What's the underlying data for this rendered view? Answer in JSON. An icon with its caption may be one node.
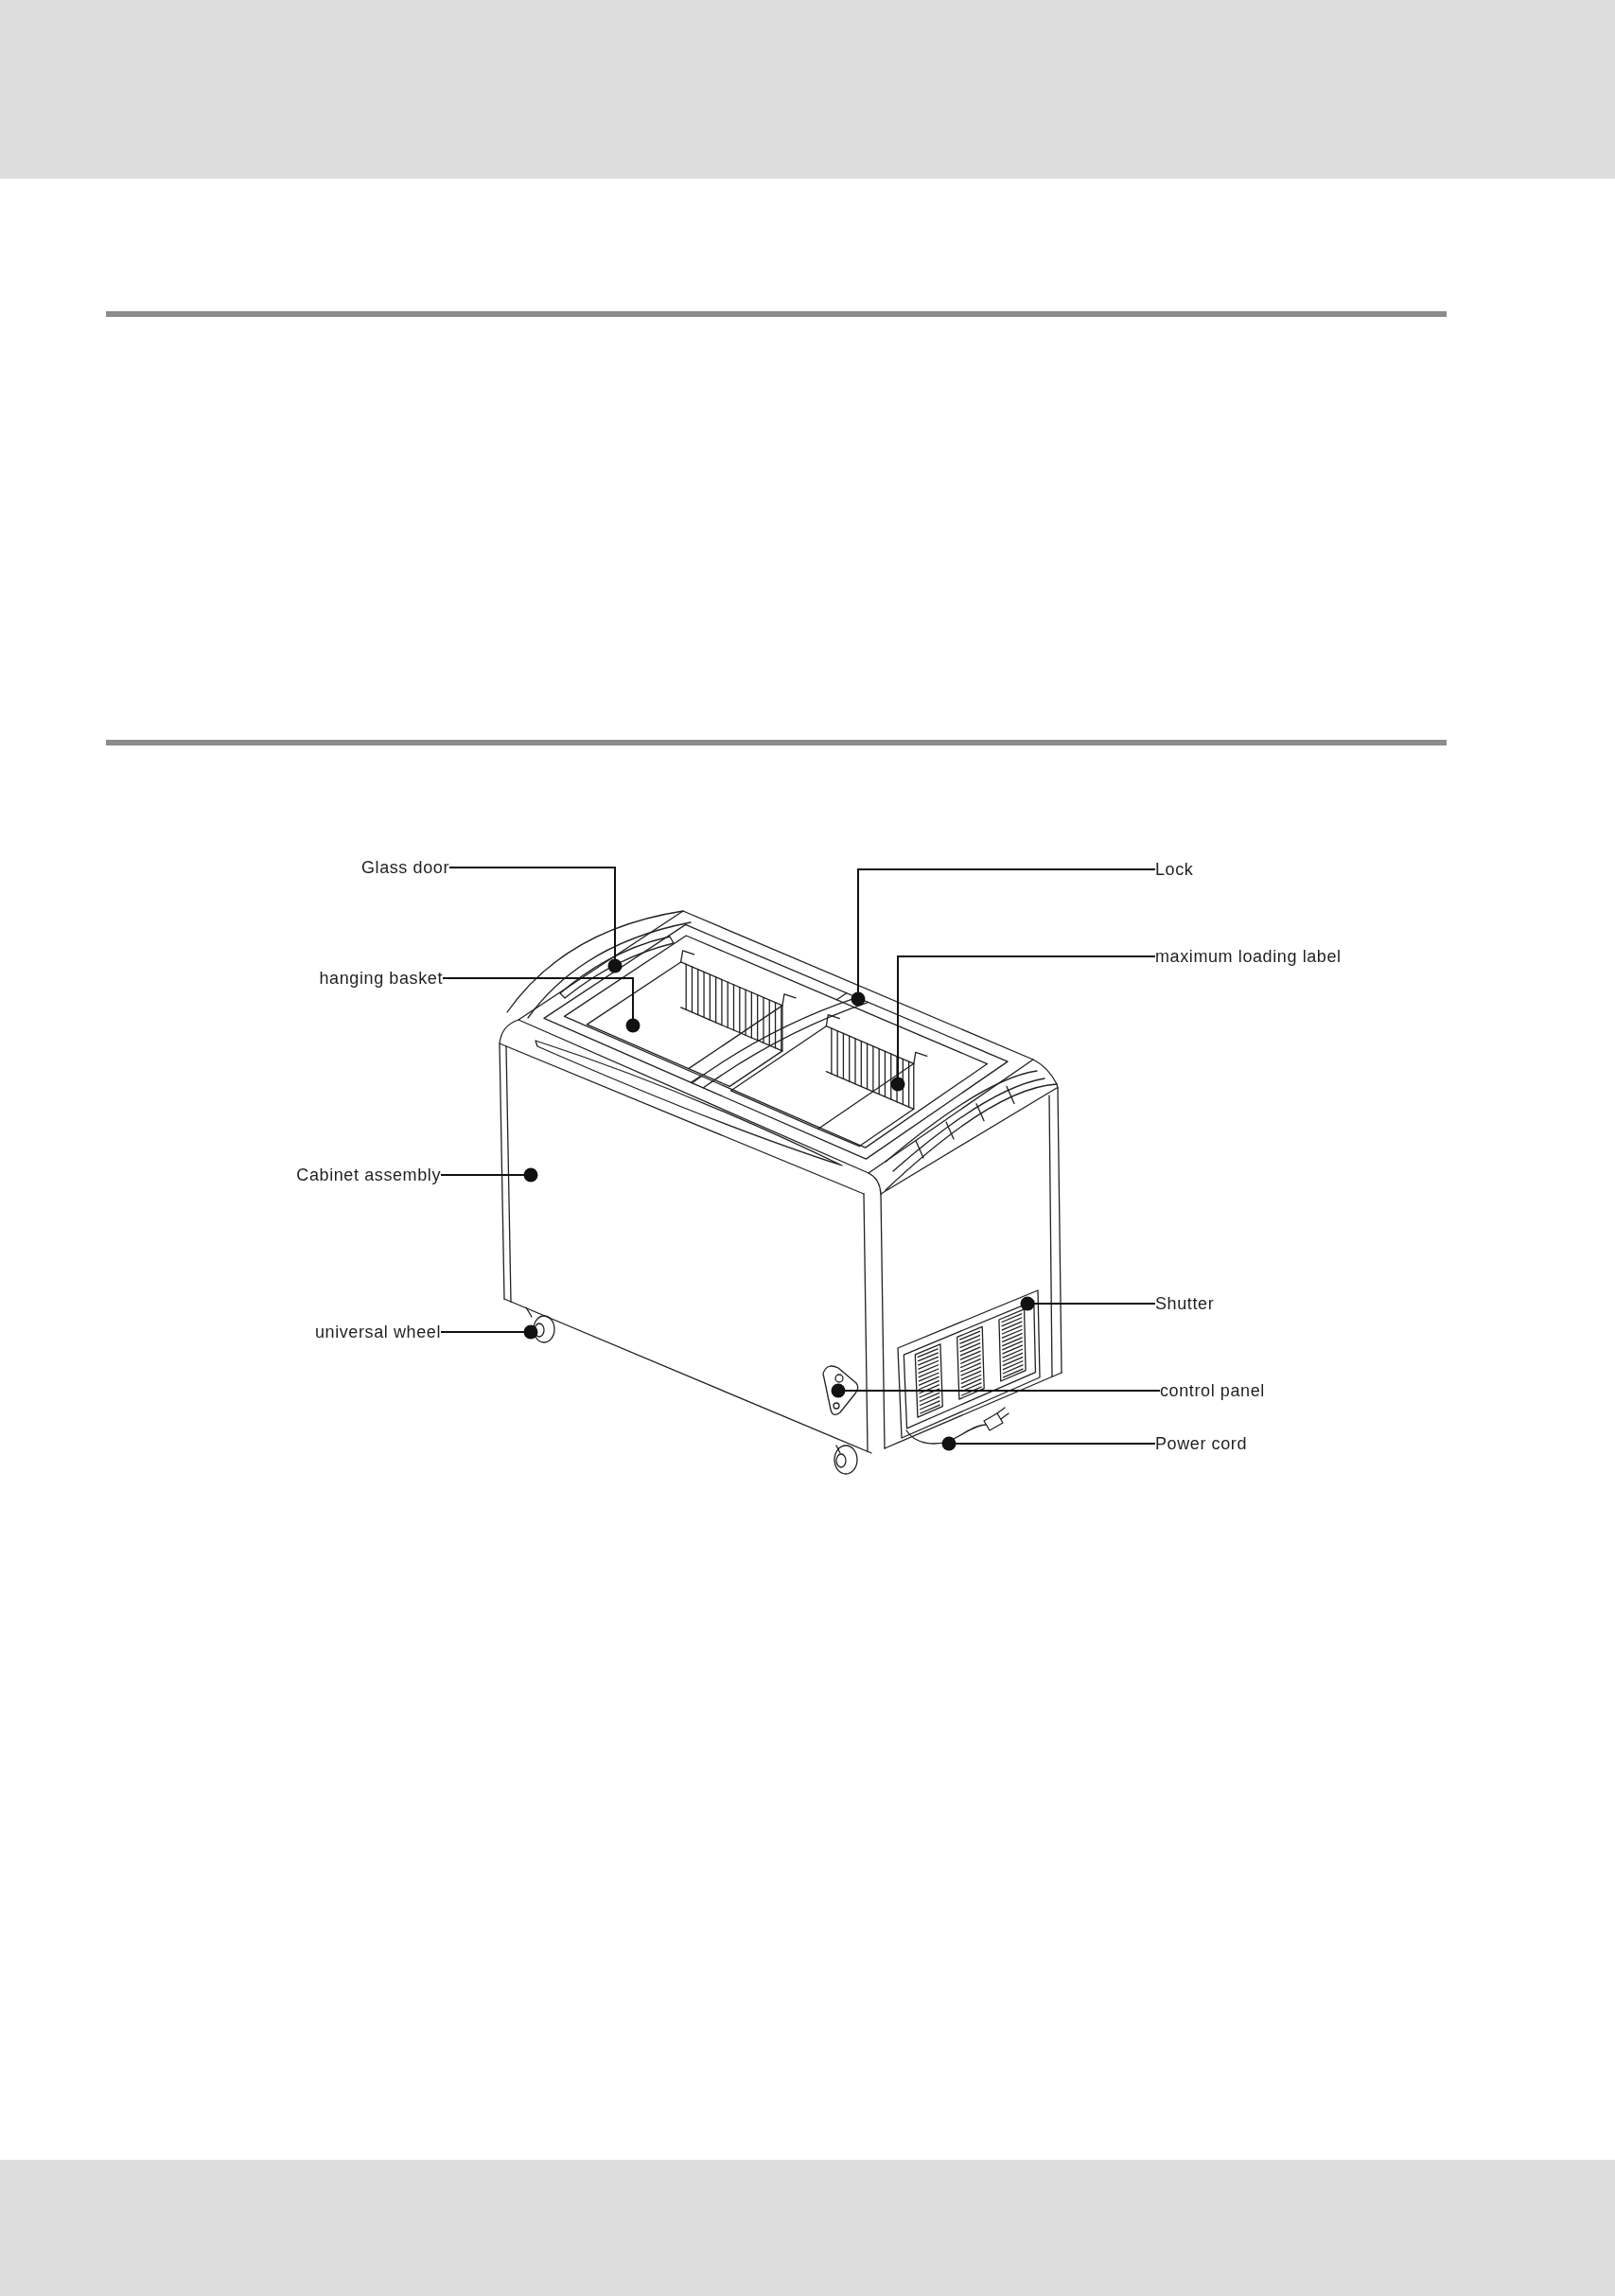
{
  "diagram": {
    "nodes": [
      {
        "text": [
          "Glass door"
        ]
      },
      {
        "text": [
          "Lock"
        ]
      },
      {
        "text": [
          "maximum loading label"
        ]
      },
      {
        "text": [
          "hanging basket"
        ]
      },
      {
        "text": [
          "Cabinet assembly"
        ]
      },
      {
        "text": [
          "Shutter"
        ]
      },
      {
        "text": [
          "universal wheel"
        ]
      },
      {
        "text": [
          "control panel"
        ]
      },
      {
        "text": [
          "Power cord"
        ]
      }
    ],
    "edges": [
      {
        "from": 0,
        "to": null,
        "arrow": "other"
      },
      {
        "from": 1,
        "to": null,
        "arrow": "other"
      },
      {
        "from": 2,
        "to": null,
        "arrow": "other"
      },
      {
        "from": 3,
        "to": null,
        "arrow": "other"
      },
      {
        "from": 4,
        "to": null,
        "arrow": "other"
      },
      {
        "from": 5,
        "to": null,
        "arrow": "other"
      },
      {
        "from": 6,
        "to": null,
        "arrow": "other"
      },
      {
        "from": 7,
        "to": null,
        "arrow": "other"
      },
      {
        "from": 8,
        "to": null,
        "arrow": "other"
      }
    ]
  }
}
